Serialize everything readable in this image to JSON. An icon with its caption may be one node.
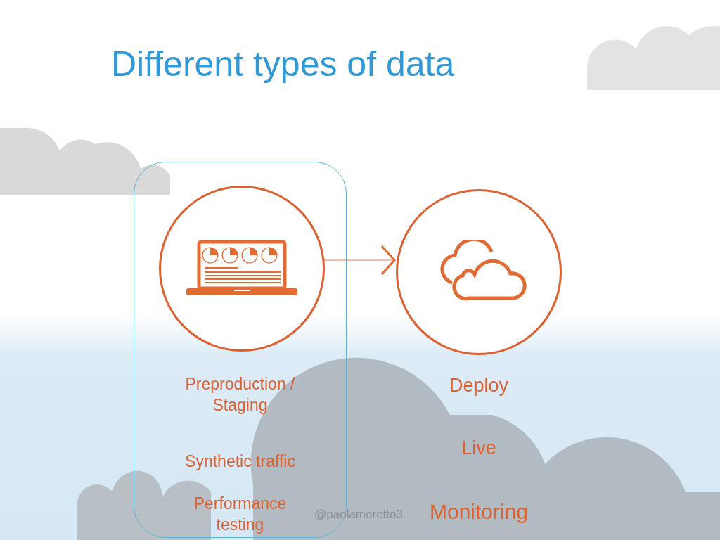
{
  "diagram": {
    "title": "Different types of data",
    "nodes": [
      {
        "text": [
          "Preproduction / Staging",
          "Synthetic traffic",
          "Performance testing"
        ]
      },
      {
        "text": [],
        "shape": "circle",
        "in": 0
      },
      {
        "text": [],
        "shape": "circle"
      }
    ],
    "edges": [
      {
        "from": 1,
        "to": 2,
        "arrow": "to"
      }
    ],
    "labels": [
      "Deploy",
      "Live",
      "Monitoring",
      "@paolamoretto3"
    ]
  }
}
